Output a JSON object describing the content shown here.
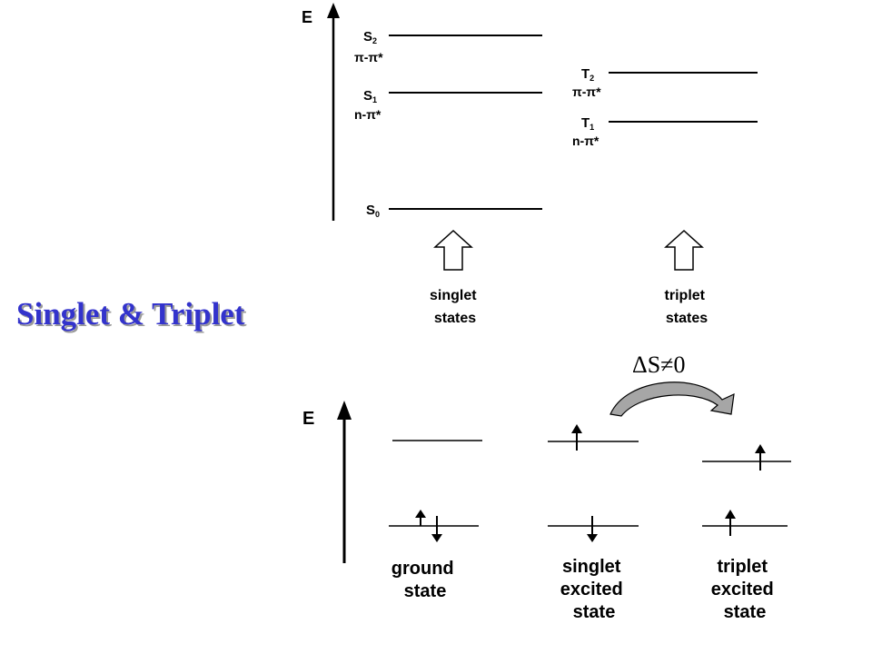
{
  "title": "Singlet & Triplet",
  "colors": {
    "title": "#3333cc",
    "title_shadow": "#9a9a9a",
    "curved_arrow_fill": "#a6a6a6",
    "line": "#000000"
  },
  "top_diagram": {
    "axis_label": "E",
    "singlet_levels": [
      {
        "state": "S",
        "sub": "2",
        "transition": "π-π*"
      },
      {
        "state": "S",
        "sub": "1",
        "transition": "n-π*"
      },
      {
        "state": "S",
        "sub": "0",
        "transition": ""
      }
    ],
    "triplet_levels": [
      {
        "state": "T",
        "sub": "2",
        "transition": "π-π*"
      },
      {
        "state": "T",
        "sub": "1",
        "transition": "n-π*"
      }
    ],
    "labels": {
      "singlet": [
        "singlet",
        "states"
      ],
      "triplet": [
        "triplet",
        "states"
      ]
    }
  },
  "bottom_diagram": {
    "axis_label": "E",
    "spin_change": "ΔS≠0",
    "columns": [
      {
        "label": [
          "ground",
          "state"
        ],
        "upper": "",
        "lower": "↑↓"
      },
      {
        "label": [
          "singlet",
          "excited",
          "state"
        ],
        "upper": "↑",
        "lower": "↓"
      },
      {
        "label": [
          "triplet",
          "excited",
          "state"
        ],
        "upper": "↑",
        "lower": "↑"
      }
    ]
  }
}
